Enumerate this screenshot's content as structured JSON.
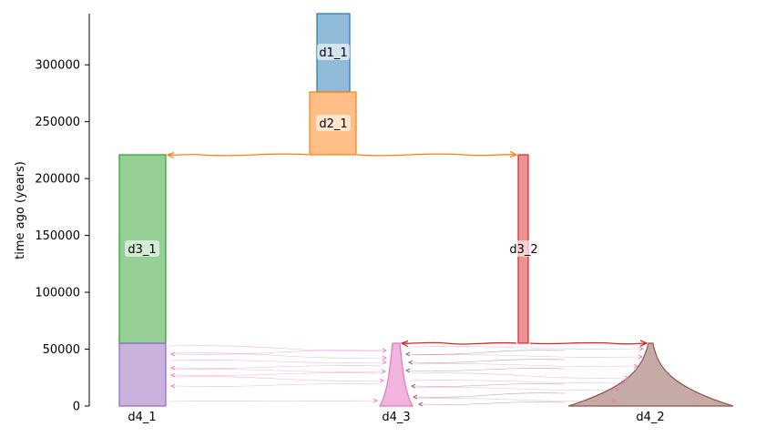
{
  "chart_data": {
    "type": "demography",
    "ylabel": "time ago (years)",
    "ylim": [
      0,
      345000
    ],
    "yticks": [
      0,
      50000,
      100000,
      150000,
      200000,
      250000,
      300000
    ],
    "ytick_labels": [
      "0",
      "50000",
      "100000",
      "150000",
      "200000",
      "250000",
      "300000"
    ],
    "demes": [
      {
        "name": "d1_1",
        "start": 345000,
        "end": 275000,
        "color": "#1f77b4",
        "label_y": 310000
      },
      {
        "name": "d2_1",
        "start": 275000,
        "end": 220000,
        "color": "#ff7f0e",
        "label_y": 248000
      },
      {
        "name": "d3_1",
        "start": 220000,
        "end": 55000,
        "color": "#2ca02c",
        "label_y": 138000
      },
      {
        "name": "d3_2",
        "start": 220000,
        "end": 55000,
        "color": "#d62728",
        "label_y": 138000
      },
      {
        "name": "d4_1",
        "start": 55000,
        "end": 0,
        "color": "#9467bd",
        "label_y": null
      },
      {
        "name": "d4_3",
        "start": 55000,
        "end": 0,
        "color": "#e377c2",
        "label_y": null
      },
      {
        "name": "d4_2",
        "start": 55000,
        "end": 0,
        "color": "#8c564b",
        "label_y": null
      }
    ],
    "x_labels": [
      "d4_1",
      "d4_3",
      "d4_2"
    ],
    "branch_times": [
      220000,
      55000
    ]
  }
}
